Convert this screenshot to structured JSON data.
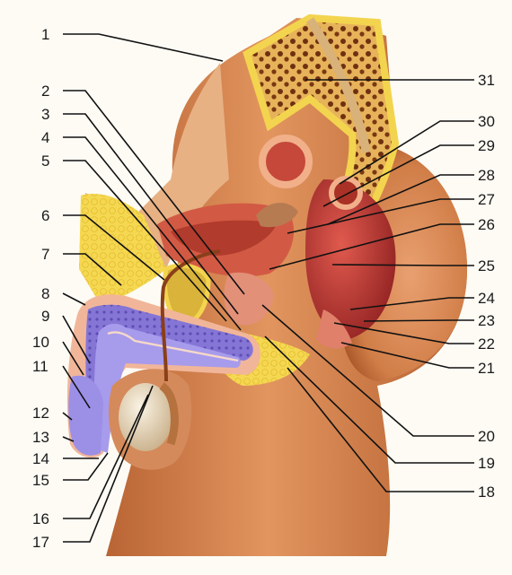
{
  "figure": {
    "subject": "male-pelvis-sagittal-section",
    "labels_left": [
      "1",
      "2",
      "3",
      "4",
      "5",
      "6",
      "7",
      "8",
      "9",
      "10",
      "11",
      "12",
      "13",
      "14",
      "15",
      "16",
      "17"
    ],
    "labels_right": [
      "31",
      "30",
      "29",
      "28",
      "27",
      "26",
      "25",
      "24",
      "23",
      "22",
      "21",
      "20",
      "19",
      "18"
    ],
    "colors": {
      "skin": "#d98a55",
      "skin_dark": "#a24e22",
      "fat": "#f3d44e",
      "bone_marrow": "#7a3a14",
      "muscle": "#c2462f",
      "erectile_purple": "#7f6fd0",
      "rectum": "#c63a33",
      "bladder_pink": "#e79a8b",
      "testis": "#e9dcc4"
    }
  }
}
